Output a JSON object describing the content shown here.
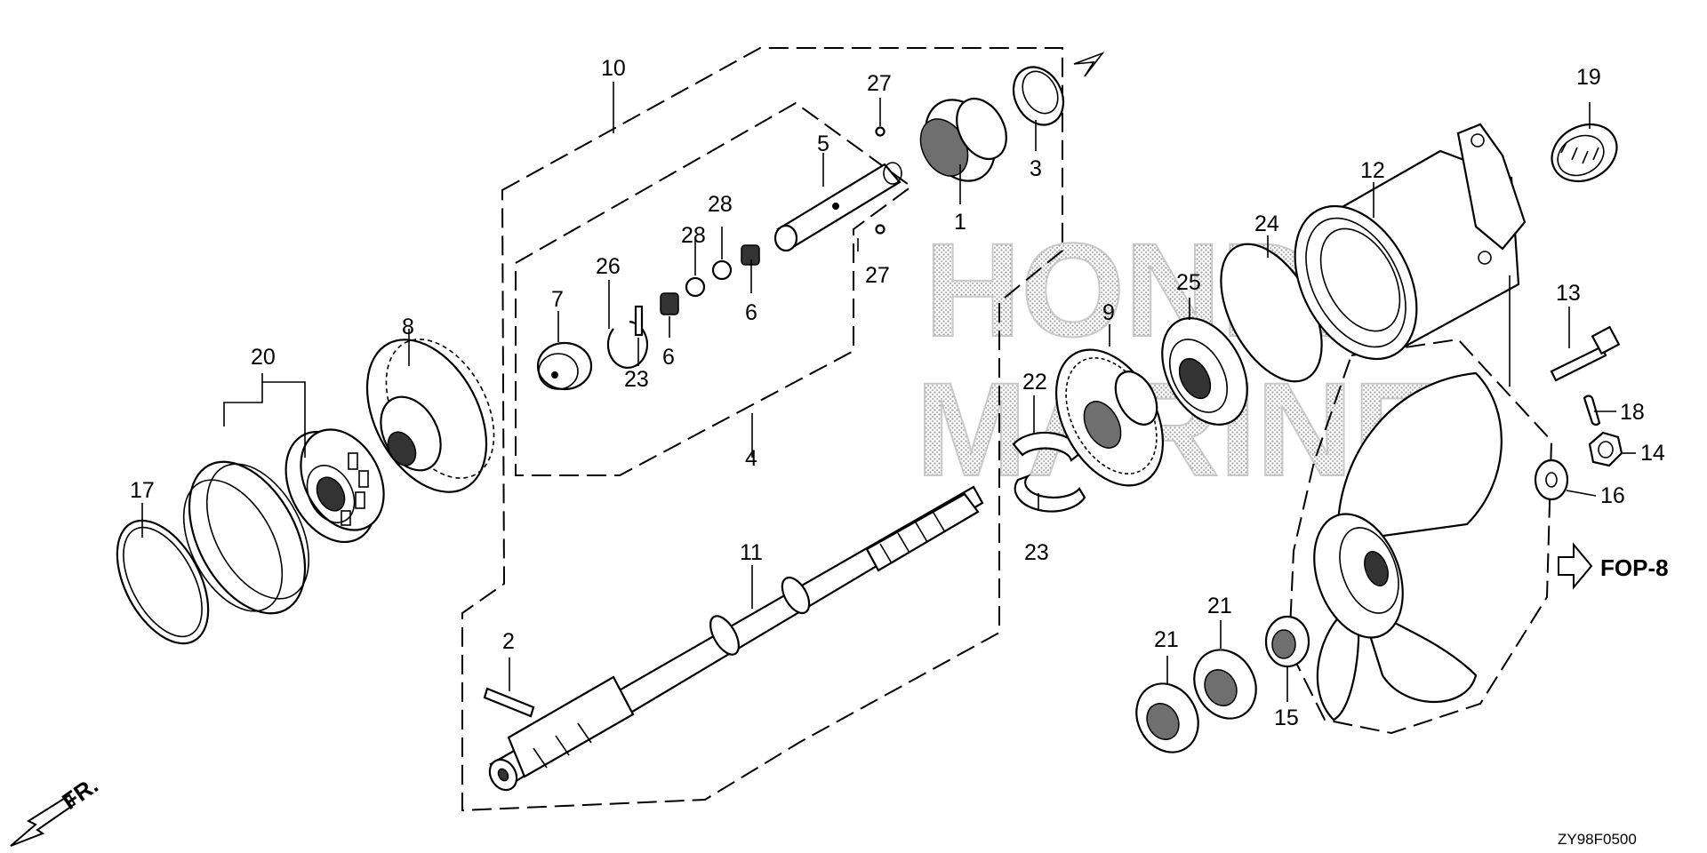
{
  "diagram": {
    "code": "ZY98F0500",
    "watermark": {
      "line1": "HONDA",
      "line2": "MARINE"
    },
    "reference": "FOP-8",
    "direction": "FR.",
    "callouts": [
      {
        "id": "c1",
        "text": "1"
      },
      {
        "id": "c2",
        "text": "2"
      },
      {
        "id": "c3",
        "text": "3"
      },
      {
        "id": "c4",
        "text": "4"
      },
      {
        "id": "c5",
        "text": "5"
      },
      {
        "id": "c6a",
        "text": "6"
      },
      {
        "id": "c6b",
        "text": "6"
      },
      {
        "id": "c7",
        "text": "7"
      },
      {
        "id": "c8",
        "text": "8"
      },
      {
        "id": "c9",
        "text": "9"
      },
      {
        "id": "c10",
        "text": "10"
      },
      {
        "id": "c11",
        "text": "11"
      },
      {
        "id": "c12",
        "text": "12"
      },
      {
        "id": "c13",
        "text": "13"
      },
      {
        "id": "c14",
        "text": "14"
      },
      {
        "id": "c15",
        "text": "15"
      },
      {
        "id": "c16",
        "text": "16"
      },
      {
        "id": "c17",
        "text": "17"
      },
      {
        "id": "c18",
        "text": "18"
      },
      {
        "id": "c19",
        "text": "19"
      },
      {
        "id": "c20",
        "text": "20"
      },
      {
        "id": "c21a",
        "text": "21"
      },
      {
        "id": "c21b",
        "text": "21"
      },
      {
        "id": "c22",
        "text": "22"
      },
      {
        "id": "c23a",
        "text": "23"
      },
      {
        "id": "c23b",
        "text": "23"
      },
      {
        "id": "c24",
        "text": "24"
      },
      {
        "id": "c25",
        "text": "25"
      },
      {
        "id": "c26",
        "text": "26"
      },
      {
        "id": "c27a",
        "text": "27"
      },
      {
        "id": "c27b",
        "text": "27"
      },
      {
        "id": "c28a",
        "text": "28"
      },
      {
        "id": "c28b",
        "text": "28"
      }
    ]
  }
}
